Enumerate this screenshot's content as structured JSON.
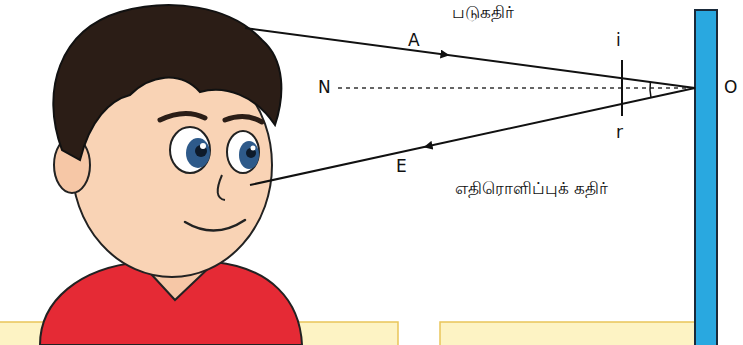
{
  "diagram": {
    "labels": [
      "படுகதிர்",
      "A",
      "i",
      "N",
      "O",
      "r",
      "E",
      "எதிரொளிப்புக் கதிர்"
    ]
  }
}
